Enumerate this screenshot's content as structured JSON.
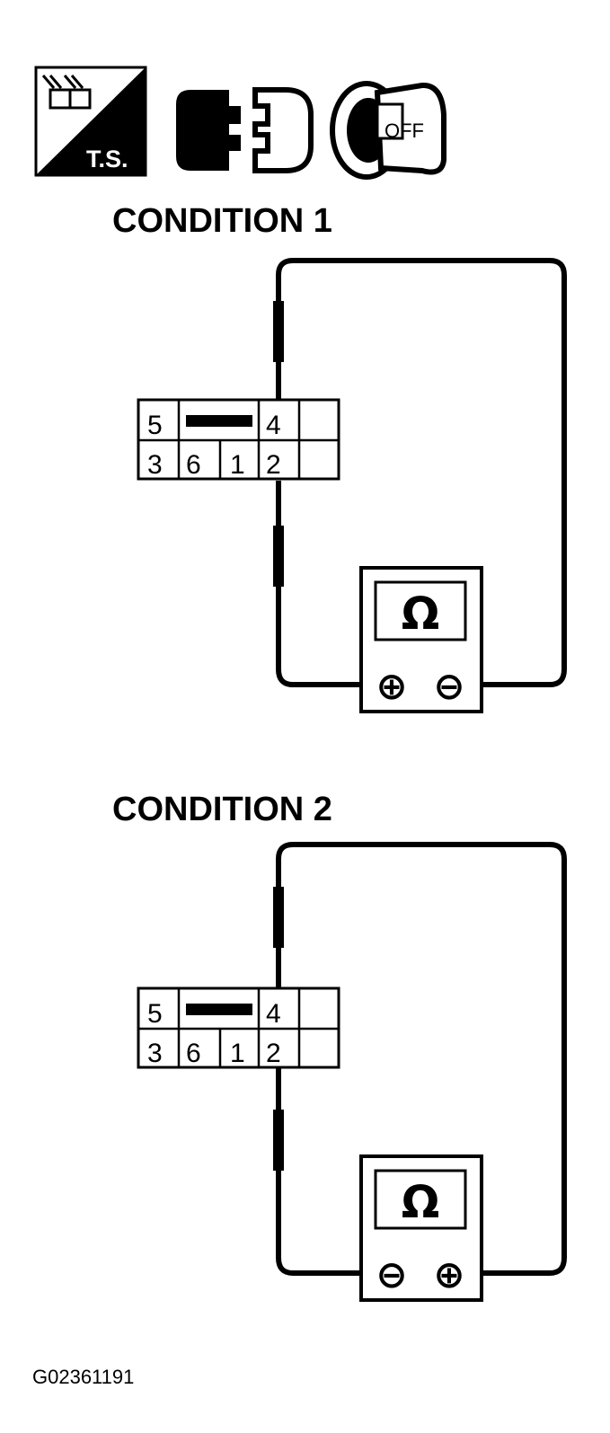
{
  "header": {
    "ts_label": "T.S.",
    "key_label": "OFF"
  },
  "conditions": [
    {
      "title": "CONDITION 1",
      "top_pins": [
        "5",
        "",
        "4",
        ""
      ],
      "bottom_pins": [
        "3",
        "6",
        "1",
        "2",
        ""
      ],
      "meter_symbol": "Ω",
      "terminal_left": "⊕",
      "terminal_right": "⊖"
    },
    {
      "title": "CONDITION 2",
      "top_pins": [
        "5",
        "",
        "4",
        ""
      ],
      "bottom_pins": [
        "3",
        "6",
        "1",
        "2",
        ""
      ],
      "meter_symbol": "Ω",
      "terminal_left": "⊖",
      "terminal_right": "⊕"
    }
  ],
  "figure_code": "G02361191"
}
